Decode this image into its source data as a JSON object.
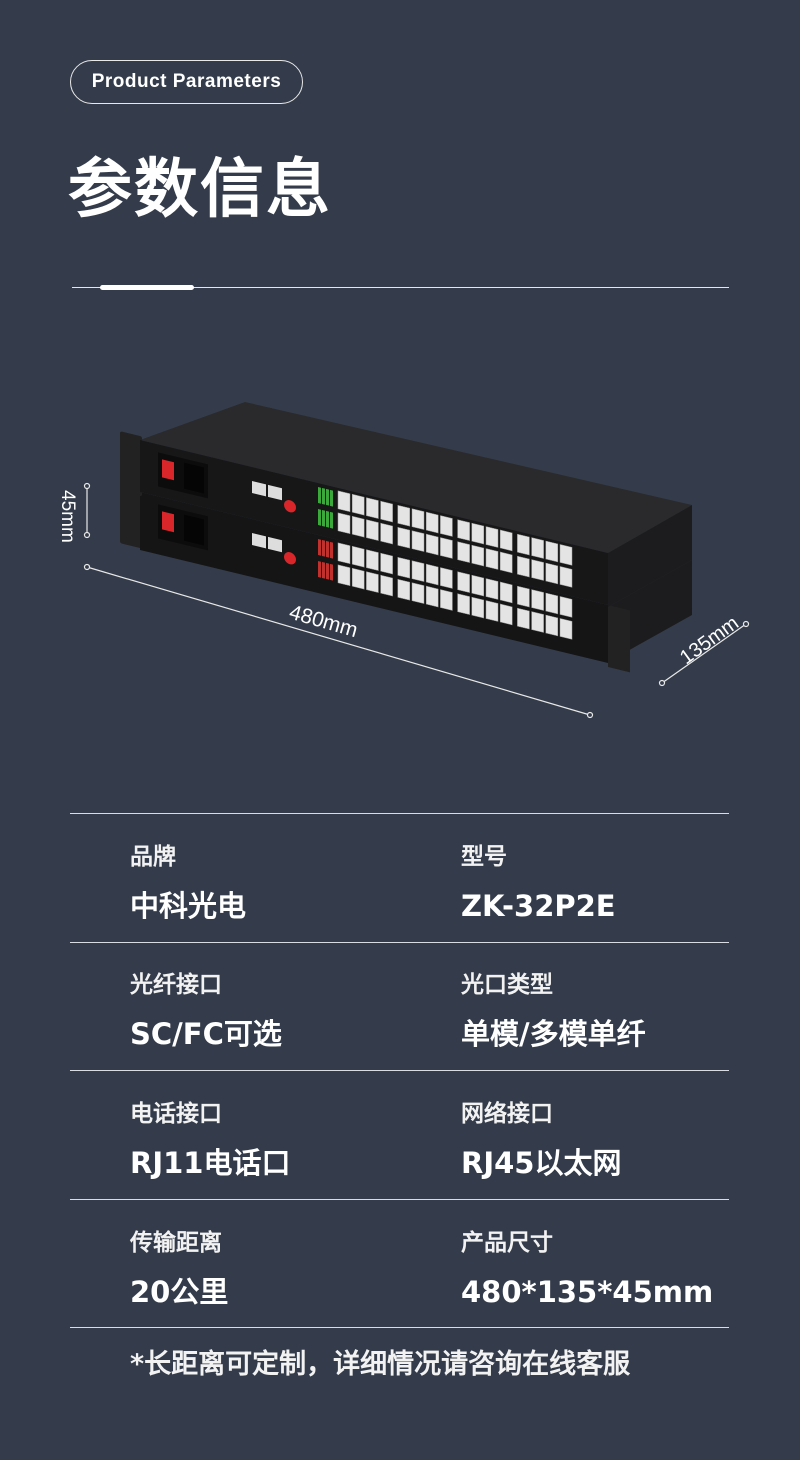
{
  "header": {
    "badge": "Product Parameters",
    "title": "参数信息"
  },
  "product_image": {
    "dimensions": {
      "height": "45mm",
      "width": "480mm",
      "depth": "135mm"
    },
    "ports_per_unit": 32,
    "led_colors": {
      "top_unit": "#3aa83a",
      "bottom_unit": "#c0302c"
    },
    "accent": "#d8262a"
  },
  "params": [
    {
      "label": "品牌",
      "value": "中科光电"
    },
    {
      "label": "型号",
      "value": "ZK-32P2E"
    },
    {
      "label": "光纤接口",
      "value": "SC/FC可选"
    },
    {
      "label": "光口类型",
      "value": "单模/多模单纤"
    },
    {
      "label": "电话接口",
      "value": "RJ11电话口"
    },
    {
      "label": "网络接口",
      "value": "RJ45以太网"
    },
    {
      "label": "传输距离",
      "value": "20公里"
    },
    {
      "label": "产品尺寸",
      "value": "480*135*45mm"
    }
  ],
  "note": "*长距离可定制，详细情况请咨询在线客服",
  "colors": {
    "background": "#343c4b",
    "text": "#ffffff"
  }
}
